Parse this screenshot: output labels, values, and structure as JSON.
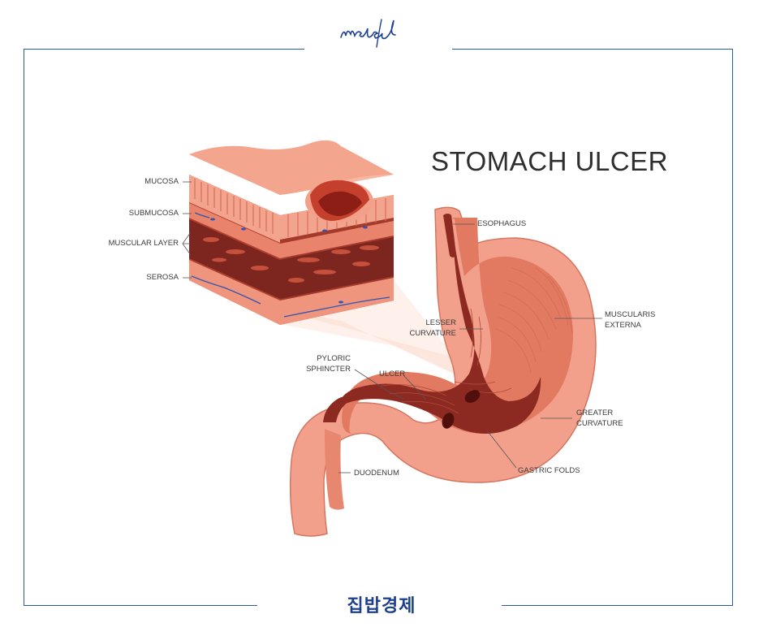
{
  "brand": {
    "script_text": "medical",
    "footer_text": "집밥경제"
  },
  "diagram": {
    "title": "STOMACH ULCER",
    "layer_labels": {
      "mucosa": "MUCOSA",
      "submucosa": "SUBMUCOSA",
      "muscular_layer": "MUSCULAR LAYER",
      "serosa": "SEROSA"
    },
    "stomach_labels": {
      "esophagus": "ESOPHAGUS",
      "muscularis_externa_1": "MUSCULARIS",
      "muscularis_externa_2": "EXTERNA",
      "lesser_curvature_1": "LESSER",
      "lesser_curvature_2": "CURVATURE",
      "pyloric_sphincter_1": "PYLORIC",
      "pyloric_sphincter_2": "SPHINCTER",
      "ulcer": "UlCER",
      "greater_curvature_1": "GREATER",
      "greater_curvature_2": "CURVATURE",
      "gastric_folds": "GASTRIC FOLDS",
      "duodenum": "DUODENUM"
    }
  },
  "colors": {
    "frame": "#2b5ba8",
    "tissue_light": "#f2a08b",
    "tissue_mid": "#e0705a",
    "tissue_dark": "#8c2a22",
    "highlight": "#fbd2c2",
    "vessel": "#2f55b0"
  }
}
